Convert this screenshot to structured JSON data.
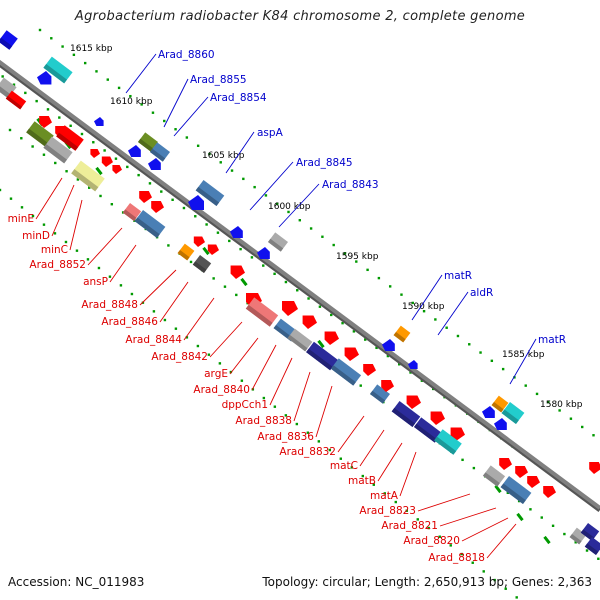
{
  "title": "Agrobacterium radiobacter K84 chromosome 2, complete genome",
  "accession": "Accession: NC_011983",
  "summary": "Topology: circular; Length: 2,650,913 bp; Genes: 2,363",
  "colors": {
    "backbone": "#808080",
    "forward_label": "#0000cc",
    "reverse_label": "#dd0000",
    "tick": "#009900",
    "red": "#ff0000",
    "blue": "#1010ee",
    "steel": "#4a7fb5",
    "cyan": "#22cccc",
    "olive": "#6b8e23",
    "khaki": "#eeee99",
    "gray": "#aaaaaa",
    "orange": "#ff9900",
    "navy": "#2b2b9a",
    "pink": "#ee7777",
    "dark": "#555555"
  },
  "scale_marks": [
    "1615 kbp",
    "1610 kbp",
    "1605 kbp",
    "1600 kbp",
    "1595 kbp",
    "1590 kbp",
    "1585 kbp",
    "1580 kbp"
  ],
  "forward_genes": [
    "Arad_8860",
    "Arad_8855",
    "Arad_8854",
    "aspA",
    "Arad_8845",
    "Arad_8843",
    "matR",
    "aldR",
    "matR"
  ],
  "reverse_genes": [
    "minE",
    "minD",
    "minC",
    "Arad_8852",
    "ansP",
    "Arad_8848",
    "Arad_8846",
    "Arad_8844",
    "Arad_8842",
    "argE",
    "Arad_8840",
    "dppCch1",
    "Arad_8838",
    "Arad_8836",
    "Arad_8832",
    "matC",
    "matB",
    "matA",
    "Arad_8823",
    "Arad_8821",
    "Arad_8820",
    "Arad_8818"
  ]
}
